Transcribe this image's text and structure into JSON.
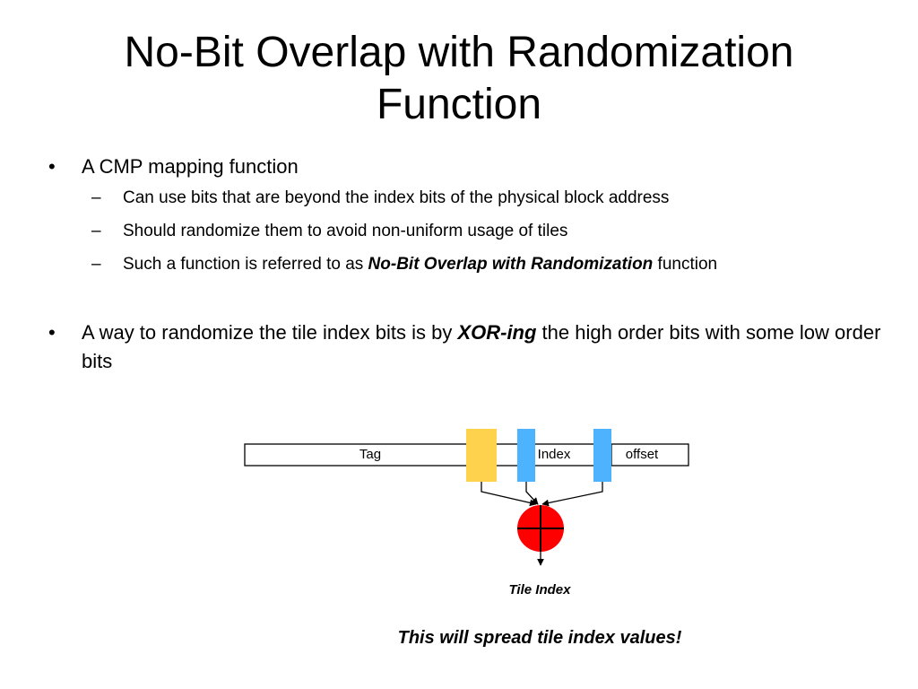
{
  "slide": {
    "title_line1": "No-Bit Overlap with Randomization",
    "title_line2": "Function",
    "bullet1": {
      "text": "A CMP mapping function",
      "subs": [
        "Can use bits that are beyond the index bits of the physical block address",
        "Should randomize them to avoid non-uniform usage of tiles"
      ],
      "sub3_prefix": "Such a function is referred to as ",
      "sub3_emph": "No-Bit Overlap with Randomization",
      "sub3_suffix": " function"
    },
    "bullet2": {
      "prefix": "A way to randomize the tile index bits is by ",
      "emph": "XOR-ing",
      "suffix": " the high order bits with some low order bits"
    },
    "diagram": {
      "tag_label": "Tag",
      "index_label": "Index",
      "offset_label": "offset",
      "output_label": "Tile Index",
      "note": "This will spread tile index values!",
      "colors": {
        "tag_bits": "#FFD24D",
        "index_bits": "#4DB3FF",
        "xor_gate": "#FF0000"
      }
    }
  }
}
